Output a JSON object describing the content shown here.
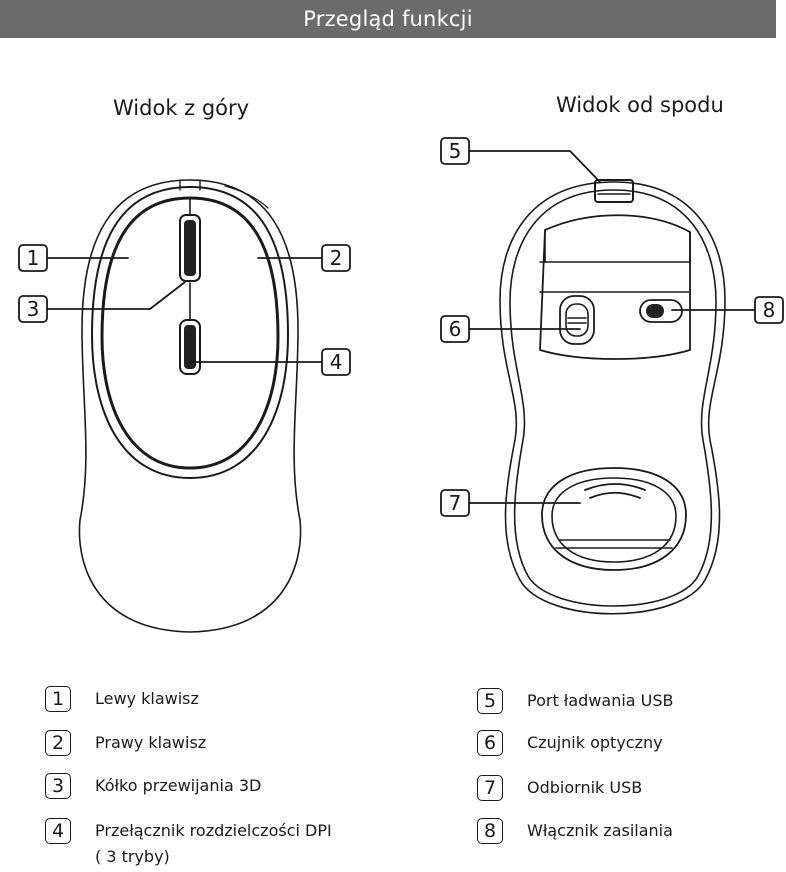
{
  "header": {
    "title": "Przegląd funkcji"
  },
  "views": {
    "top": {
      "title": "Widok z góry"
    },
    "bottom": {
      "title": "Widok od spodu"
    }
  },
  "callouts": [
    "1",
    "2",
    "3",
    "4",
    "5",
    "6",
    "7",
    "8"
  ],
  "legend": {
    "left": [
      {
        "num": "1",
        "label": "Lewy klawisz"
      },
      {
        "num": "2",
        "label": "Prawy klawisz"
      },
      {
        "num": "3",
        "label": "Kółko przewijania 3D"
      },
      {
        "num": "4",
        "label": "Przełącznik rozdzielczości DPI",
        "label2": "( 3 tryby)"
      }
    ],
    "right": [
      {
        "num": "5",
        "label": "Port ładwania USB"
      },
      {
        "num": "6",
        "label": "Czujnik optyczny"
      },
      {
        "num": "7",
        "label": "Odbiornik USB"
      },
      {
        "num": "8",
        "label": "Włącznik zasilania"
      }
    ]
  },
  "colors": {
    "header_bg": "#6b6b6b",
    "ink": "#1a1a1a",
    "fill_dark": "#222222"
  }
}
